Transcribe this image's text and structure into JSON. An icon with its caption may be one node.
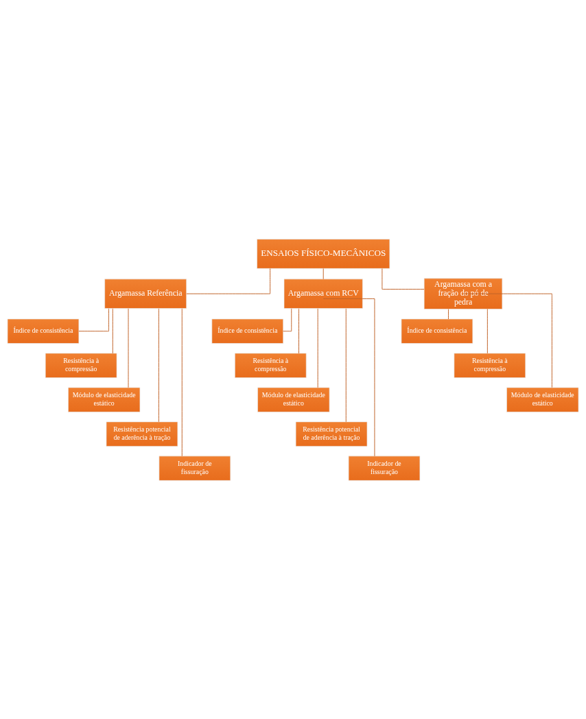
{
  "diagram": {
    "nodes": [
      {
        "text": [
          "ENSAIOS FÍSICO-MECÂNICOS"
        ]
      },
      {
        "text": [
          "Argamassa Referência"
        ]
      },
      {
        "text": [
          "Argamassa com RCV"
        ]
      },
      {
        "text": [
          "Argamassa com a fração do pó de pedra"
        ]
      },
      {
        "text": [
          "Índice de consistência"
        ]
      },
      {
        "text": [
          "Resistência à compressão"
        ]
      },
      {
        "text": [
          "Módulo de elasticidade estático"
        ]
      },
      {
        "text": [
          "Resistência potencial de aderência à tração"
        ]
      },
      {
        "text": [
          "Indicador de fissuração"
        ]
      },
      {
        "text": [
          "Índice de consistência"
        ]
      },
      {
        "text": [
          "Resistência à compressão"
        ]
      },
      {
        "text": [
          "Módulo de elasticidade estático"
        ]
      },
      {
        "text": [
          "Resistência potencial de aderência à tração"
        ]
      },
      {
        "text": [
          "Indicador de fissuração"
        ]
      },
      {
        "text": [
          "Índice de consistência"
        ]
      },
      {
        "text": [
          "Resistência à compressão"
        ]
      },
      {
        "text": [
          "Módulo de elasticidade estático"
        ]
      }
    ],
    "edges": [
      {
        "from": 0,
        "to": 1,
        "arrow": "none"
      },
      {
        "from": 0,
        "to": 2,
        "arrow": "none"
      },
      {
        "from": 0,
        "to": 3,
        "arrow": "none"
      },
      {
        "from": 1,
        "to": 4,
        "arrow": "none"
      },
      {
        "from": 1,
        "to": 5,
        "arrow": "none"
      },
      {
        "from": 1,
        "to": 6,
        "arrow": "none"
      },
      {
        "from": 1,
        "to": 7,
        "arrow": "none"
      },
      {
        "from": 1,
        "to": 8,
        "arrow": "none"
      },
      {
        "from": 2,
        "to": 9,
        "arrow": "none"
      },
      {
        "from": 2,
        "to": 10,
        "arrow": "none"
      },
      {
        "from": 2,
        "to": 11,
        "arrow": "none"
      },
      {
        "from": 2,
        "to": 12,
        "arrow": "none"
      },
      {
        "from": 2,
        "to": 13,
        "arrow": "none"
      },
      {
        "from": 3,
        "to": 14,
        "arrow": "none"
      },
      {
        "from": 3,
        "to": 15,
        "arrow": "none"
      },
      {
        "from": 3,
        "to": 16,
        "arrow": "none"
      }
    ]
  }
}
